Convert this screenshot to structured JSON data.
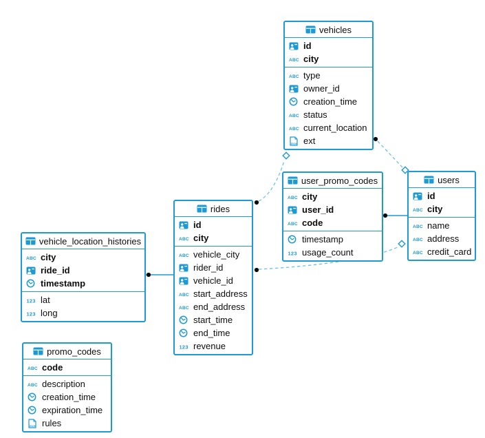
{
  "diagram": {
    "accent_color": "#1b9ad5",
    "dashed_line_color": "#6fc2ea",
    "dot_color": "#0a0a0a",
    "diamond_fill": "#ffffff",
    "icons": {
      "table": "table-grid-icon",
      "id": "id-badge-icon",
      "text": "text-abc-icon",
      "time": "clock-icon",
      "number": "number-123-icon",
      "json": "json-document-icon"
    }
  },
  "tables": [
    {
      "name": "vehicles",
      "columns": [
        {
          "name": "id",
          "type": "id",
          "key": true
        },
        {
          "name": "city",
          "type": "text",
          "key": true
        },
        {
          "name": "type",
          "type": "text",
          "key": false
        },
        {
          "name": "owner_id",
          "type": "id",
          "key": false
        },
        {
          "name": "creation_time",
          "type": "time",
          "key": false
        },
        {
          "name": "status",
          "type": "text",
          "key": false
        },
        {
          "name": "current_location",
          "type": "text",
          "key": false
        },
        {
          "name": "ext",
          "type": "json",
          "key": false
        }
      ]
    },
    {
      "name": "user_promo_codes",
      "columns": [
        {
          "name": "city",
          "type": "text",
          "key": true
        },
        {
          "name": "user_id",
          "type": "id",
          "key": true
        },
        {
          "name": "code",
          "type": "text",
          "key": true
        },
        {
          "name": "timestamp",
          "type": "time",
          "key": false
        },
        {
          "name": "usage_count",
          "type": "number",
          "key": false
        }
      ]
    },
    {
      "name": "users",
      "columns": [
        {
          "name": "id",
          "type": "id",
          "key": true
        },
        {
          "name": "city",
          "type": "text",
          "key": true
        },
        {
          "name": "name",
          "type": "text",
          "key": false
        },
        {
          "name": "address",
          "type": "text",
          "key": false
        },
        {
          "name": "credit_card",
          "type": "text",
          "key": false
        }
      ]
    },
    {
      "name": "rides",
      "columns": [
        {
          "name": "id",
          "type": "id",
          "key": true
        },
        {
          "name": "city",
          "type": "text",
          "key": true
        },
        {
          "name": "vehicle_city",
          "type": "text",
          "key": false
        },
        {
          "name": "rider_id",
          "type": "id",
          "key": false
        },
        {
          "name": "vehicle_id",
          "type": "id",
          "key": false
        },
        {
          "name": "start_address",
          "type": "text",
          "key": false
        },
        {
          "name": "end_address",
          "type": "text",
          "key": false
        },
        {
          "name": "start_time",
          "type": "time",
          "key": false
        },
        {
          "name": "end_time",
          "type": "time",
          "key": false
        },
        {
          "name": "revenue",
          "type": "number",
          "key": false
        }
      ]
    },
    {
      "name": "vehicle_location_histories",
      "columns": [
        {
          "name": "city",
          "type": "text",
          "key": true
        },
        {
          "name": "ride_id",
          "type": "id",
          "key": true
        },
        {
          "name": "timestamp",
          "type": "time",
          "key": true
        },
        {
          "name": "lat",
          "type": "number",
          "key": false
        },
        {
          "name": "long",
          "type": "number",
          "key": false
        }
      ]
    },
    {
      "name": "promo_codes",
      "columns": [
        {
          "name": "code",
          "type": "text",
          "key": true
        },
        {
          "name": "description",
          "type": "text",
          "key": false
        },
        {
          "name": "creation_time",
          "type": "time",
          "key": false
        },
        {
          "name": "expiration_time",
          "type": "time",
          "key": false
        },
        {
          "name": "rules",
          "type": "json",
          "key": false
        }
      ]
    }
  ],
  "relationships": [
    {
      "from": "rides",
      "to": "vehicles",
      "style": "dashed"
    },
    {
      "from": "vehicles",
      "to": "users",
      "style": "dashed"
    },
    {
      "from": "user_promo_codes",
      "to": "users",
      "style": "solid"
    },
    {
      "from": "rides",
      "to": "users",
      "style": "dashed"
    },
    {
      "from": "vehicle_location_histories",
      "to": "rides",
      "style": "solid"
    }
  ]
}
